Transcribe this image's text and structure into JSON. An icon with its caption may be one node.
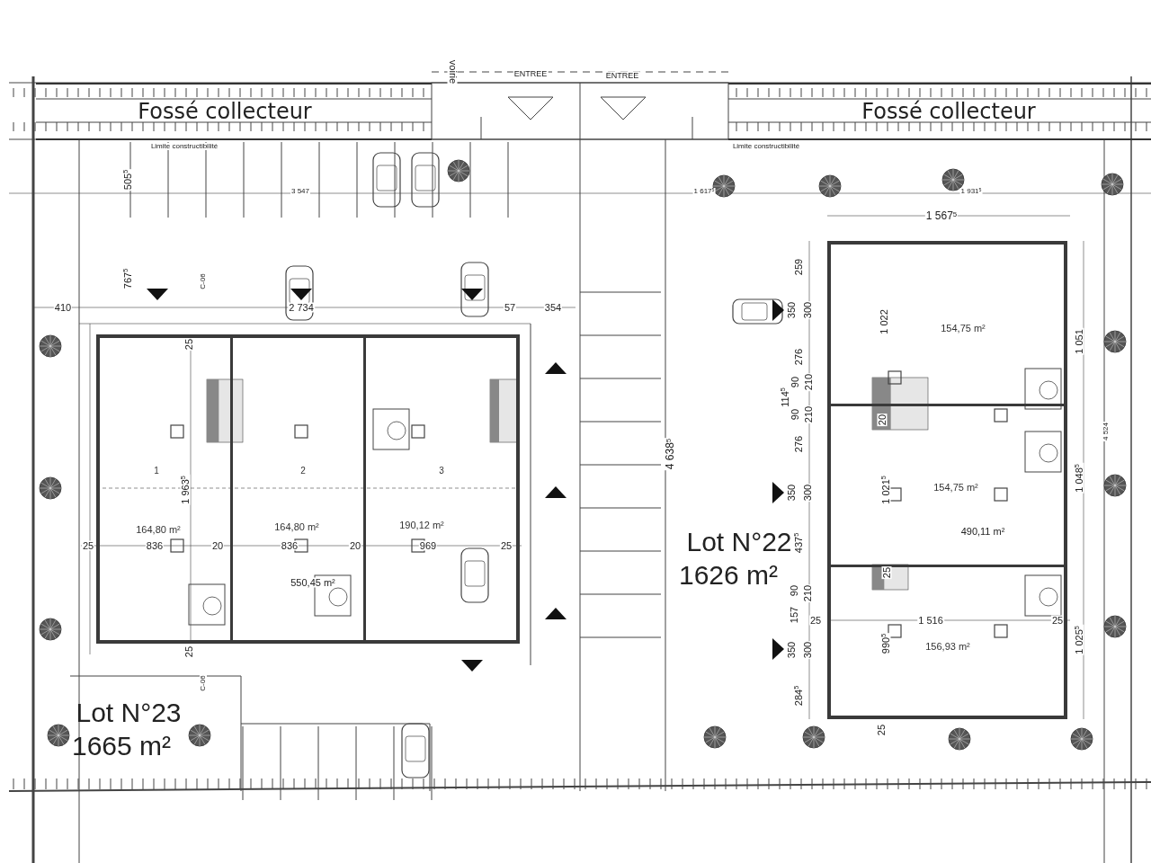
{
  "diagram": {
    "nodes": [
      {
        "text": [
          "Fossé collecteur"
        ]
      },
      {
        "text": [
          "Fossé collecteur"
        ]
      },
      {
        "text": [],
        "shape": "box"
      },
      {
        "text": [
          "1",
          "164,80 m²"
        ],
        "in": 2
      },
      {
        "text": [
          "2",
          "164,80 m²"
        ],
        "in": 2
      },
      {
        "text": [
          "3",
          "190,12 m²"
        ],
        "in": 2
      },
      {
        "text": [],
        "shape": "box"
      },
      {
        "text": [
          "154,75 m²"
        ],
        "in": 6
      },
      {
        "text": [
          "154,75 m²"
        ],
        "in": 6
      },
      {
        "text": [
          "156,93 m²"
        ],
        "in": 6
      }
    ],
    "labels": [
      "ENTREE",
      "ENTREE",
      "voirie",
      "Limite constructibilité",
      "Limite constructibilité",
      "505$^{5}$",
      "3 547",
      "1 617$^{5}$",
      "1 931$^{5}$",
      "1 567$^{5}$",
      "259",
      "767$^{5}$",
      "C-06",
      "410",
      "2 734",
      "57",
      "354",
      "350",
      "300",
      "1 022",
      "1 051",
      "25",
      "276",
      "90",
      "210",
      "114$^{5}$",
      "90",
      "210",
      "20",
      "4 524",
      "276",
      "4 638$^{5}$",
      "1 963$^{5}$",
      "1 021$^{5}$",
      "1 048$^{5}$",
      "350",
      "300",
      "490,11 m²",
      "25",
      "836",
      "20",
      "836",
      "20",
      "969",
      "25",
      "437$^{5}$",
      "25",
      "Lot N°22",
      "1626 m²",
      "550,45 m²",
      "90",
      "210",
      "157",
      "25",
      "1 516",
      "25",
      "990$^{5}$",
      "1 025$^{5}$",
      "350",
      "300",
      "25",
      "C-06",
      "284$^{5}$",
      "Lot N°23",
      "25",
      "1665 m²"
    ]
  }
}
